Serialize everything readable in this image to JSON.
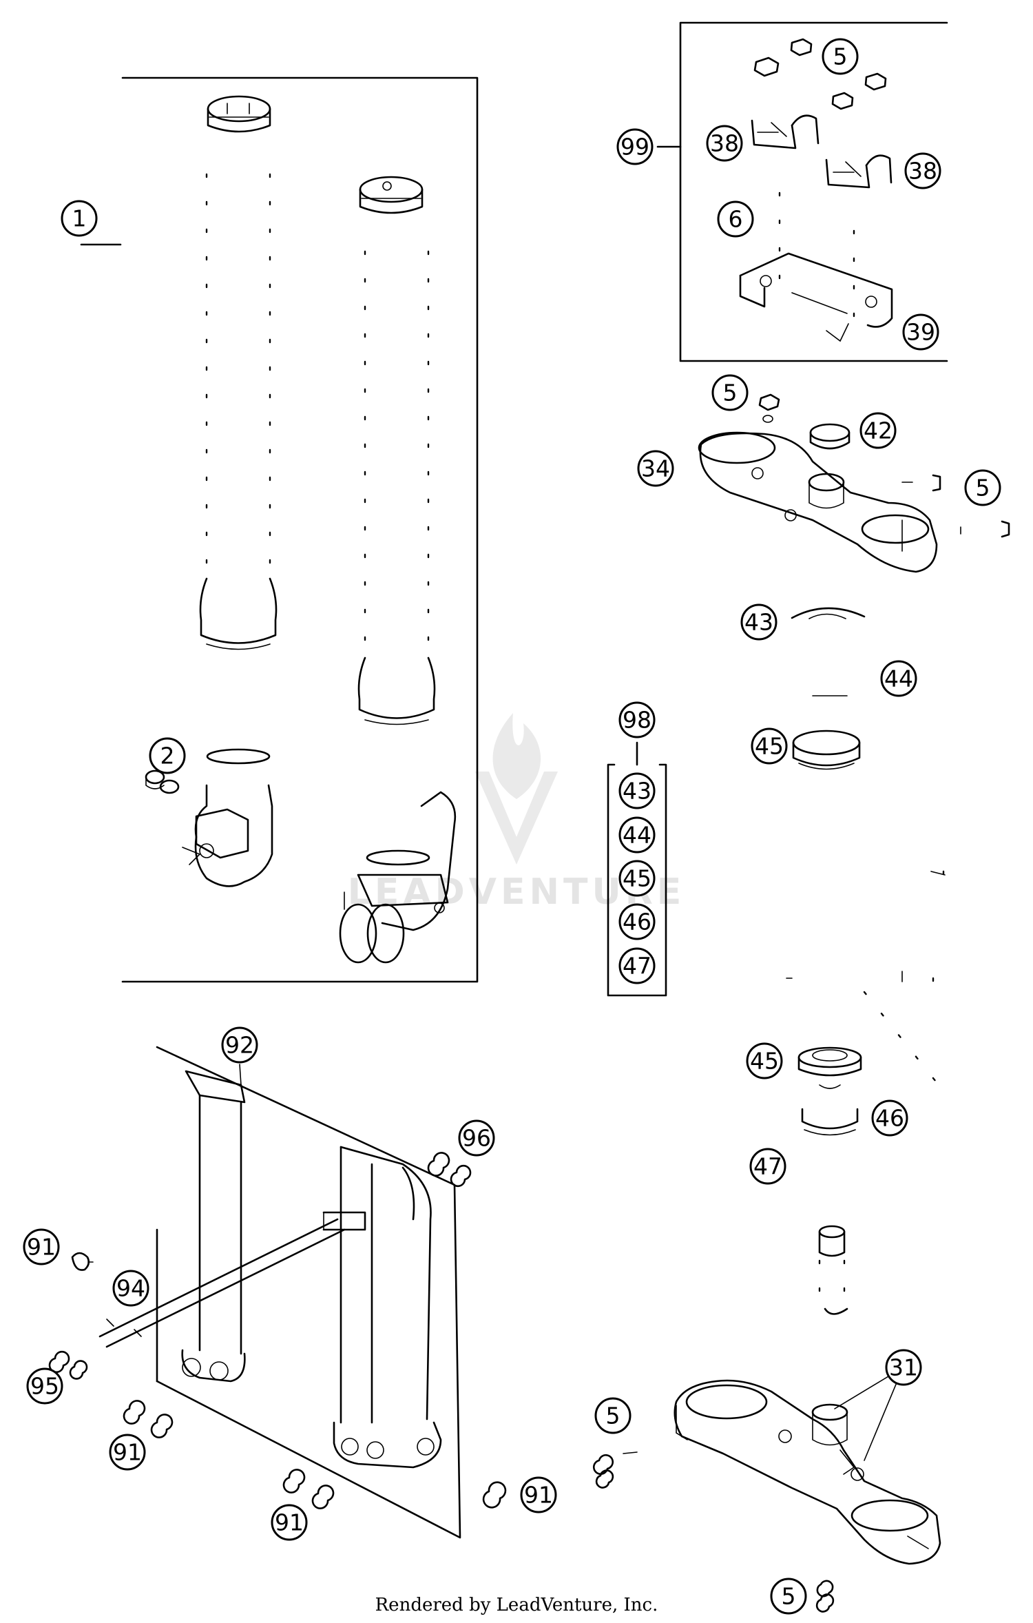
{
  "watermark": {
    "text": "LEADVENTURE"
  },
  "footer": {
    "text": "Rendered by LeadVenture, Inc."
  },
  "callouts": {
    "c1": "1",
    "c2": "2",
    "c5_top": "5",
    "c38_left": "38",
    "c38_right": "38",
    "c6": "6",
    "c39": "39",
    "c99": "99",
    "c5_crown": "5",
    "c42": "42",
    "c34": "34",
    "c5_crown_right": "5",
    "c43_top": "43",
    "c44_top": "44",
    "c45_top": "45",
    "c98": "98",
    "kit43": "43",
    "kit44": "44",
    "kit45": "45",
    "kit46": "46",
    "kit47": "47",
    "c45_bottom": "45",
    "c46": "46",
    "c47": "47",
    "c31": "31",
    "c5_lower": "5",
    "c5_bottom": "5",
    "c92": "92",
    "c96": "96",
    "c91_left": "91",
    "c94": "94",
    "c95": "95",
    "c91_mid": "91",
    "c91_bottom": "91",
    "c91_right": "91"
  }
}
